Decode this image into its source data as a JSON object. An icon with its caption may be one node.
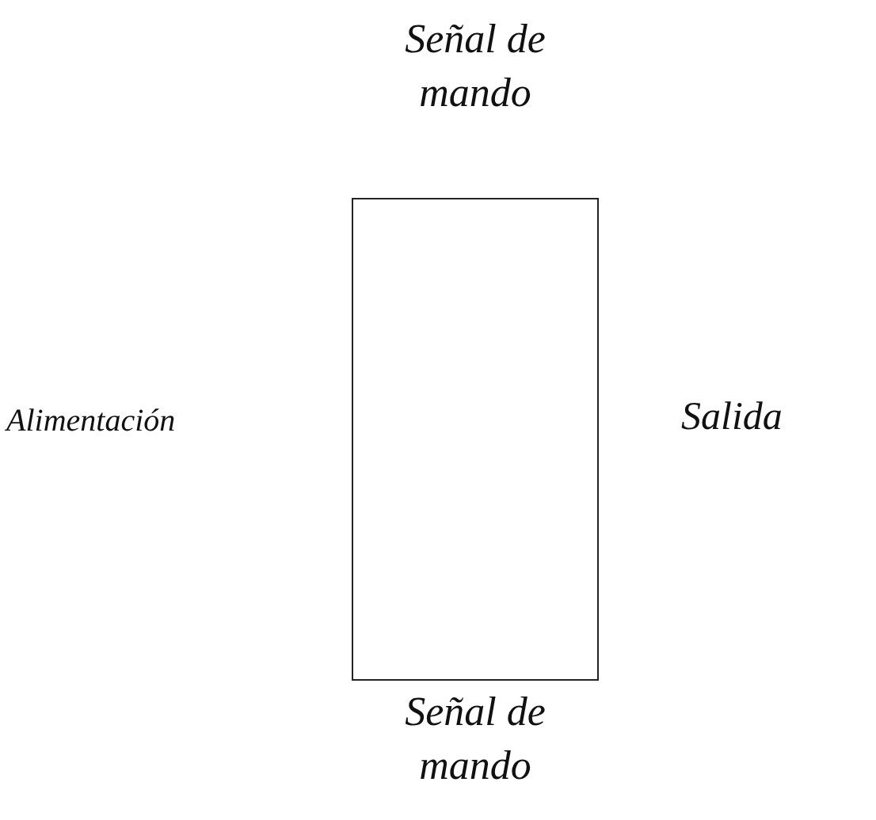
{
  "diagram": {
    "nodes": [
      {
        "text": [],
        "shape": "box"
      }
    ],
    "labels": [
      "Señal de mando",
      "Alimentación",
      "Salida",
      "Señal de mando"
    ]
  }
}
